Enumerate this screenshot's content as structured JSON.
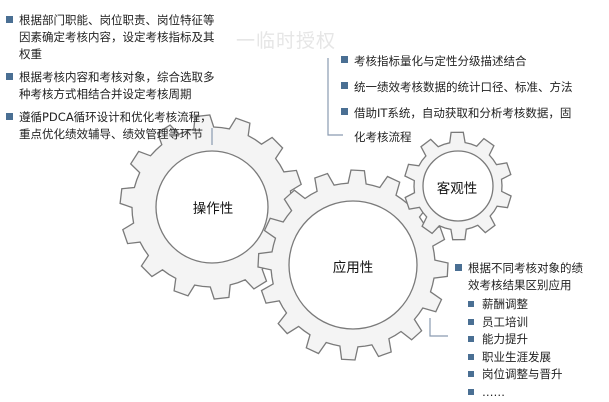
{
  "watermark": "一临时授权",
  "gears": {
    "operability": "操作性",
    "applicability": "应用性",
    "objectivity": "客观性"
  },
  "operability_points": [
    {
      "lines": [
        "根据部门职能、岗位职责、岗位特征等",
        "因素确定考核内容，设定考核指标及其",
        "权重"
      ]
    },
    {
      "lines": [
        "根据考核内容和考核对象，综合选取多",
        "种考核方式相结合并设定考核周期"
      ]
    },
    {
      "lines": [
        "遵循PDCA循环设计和优化考核流程，",
        "重点优化绩效辅导、绩效管理等环节"
      ]
    }
  ],
  "objectivity_points": [
    {
      "lines": [
        "考核指标量化与定性分级描述结合"
      ]
    },
    {
      "lines": [
        "统一绩效考核数据的统计口径、标准、方法"
      ]
    },
    {
      "lines": [
        "借助IT系统，自动获取和分析考核数据，固",
        "化考核流程"
      ]
    }
  ],
  "application": {
    "intro_lines": [
      "根据不同考核对象的绩",
      "效考核结果区别应用"
    ],
    "items": [
      "薪酬调整",
      "员工培训",
      "能力提升",
      "职业生涯发展",
      "岗位调整与晋升",
      "……"
    ]
  }
}
